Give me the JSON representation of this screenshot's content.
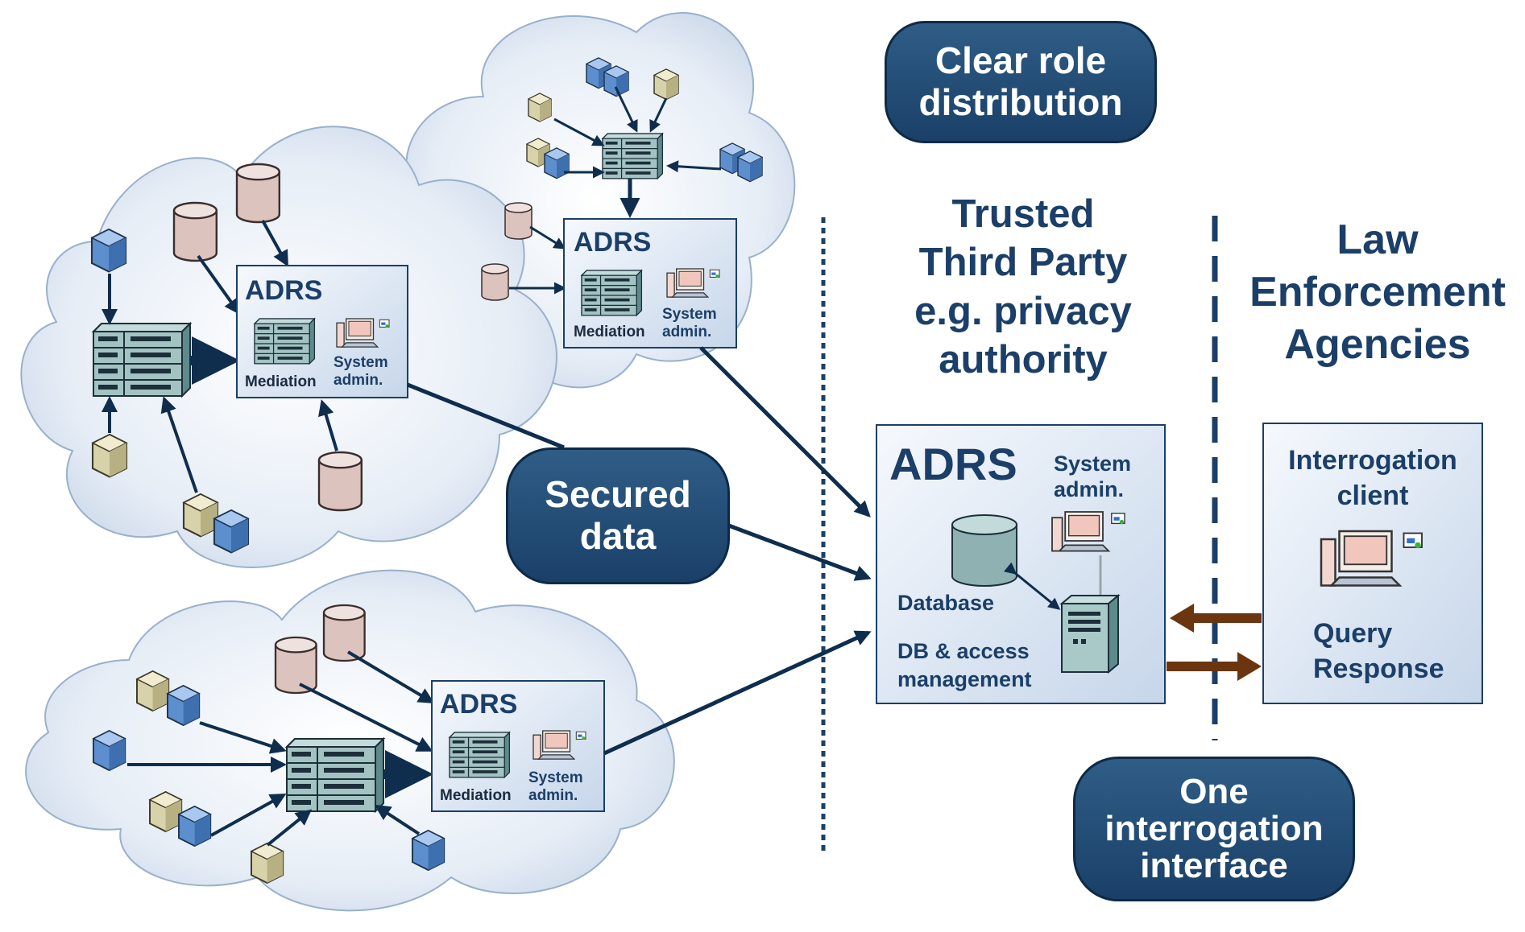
{
  "callouts": {
    "role": [
      "Clear role",
      "distribution"
    ],
    "secured": [
      "Secured",
      "data"
    ],
    "interface": [
      "One",
      "interrogation",
      "interface"
    ]
  },
  "headings": {
    "ttp": [
      "Trusted",
      "Third Party",
      "e.g. privacy",
      "authority"
    ],
    "lea": [
      "Law",
      "Enforcement",
      "Agencies"
    ]
  },
  "operator_adrs": {
    "title": "ADRS",
    "mediation": "Mediation",
    "sysadmin": [
      "System",
      "admin."
    ]
  },
  "central_adrs": {
    "title": "ADRS",
    "sysadmin": [
      "System",
      "admin."
    ],
    "database": "Database",
    "management": [
      "DB & access",
      "management"
    ]
  },
  "client": {
    "title": [
      "Interrogation",
      "client"
    ],
    "query": "Query",
    "response": "Response"
  },
  "colors": {
    "callout": "#1f4a73",
    "heading": "#1b3f68",
    "arrow": "#0f2e4e",
    "query_arrow": "#6b3510",
    "cloud": "#dfe8f4"
  }
}
